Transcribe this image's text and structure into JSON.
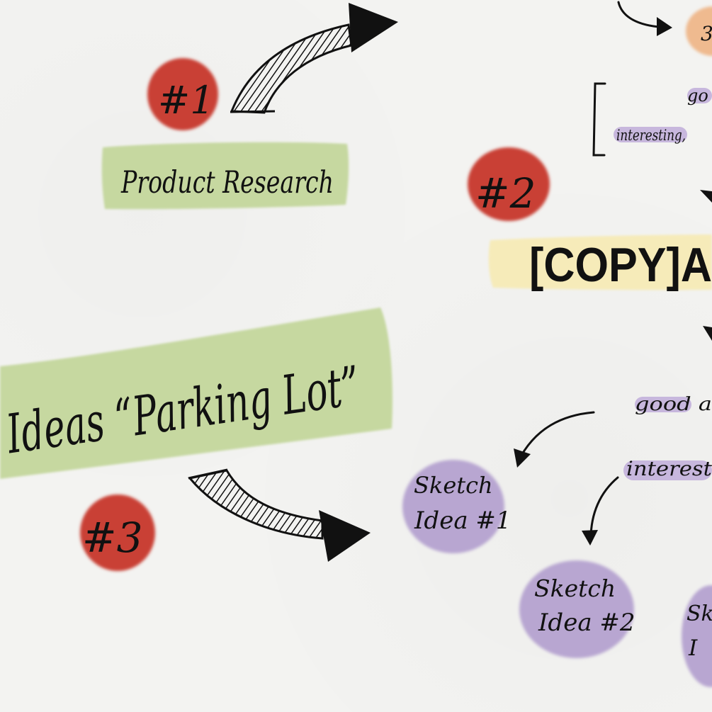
{
  "labels": {
    "badge1": "#1",
    "badge2": "#2",
    "badge3": "#3",
    "badge_top_right_partial": "3",
    "product_research": "Product Research",
    "ideas_parking_lot": "Ideas “Parking Lot”",
    "copy_banner": "[COPY]A",
    "good_top": "go",
    "interesting_top": "interesting,",
    "good_right": "good a",
    "interesting_right": "interest",
    "sketch1_line1": "Sketch",
    "sketch1_line2": "Idea #1",
    "sketch2_line1": "Sketch",
    "sketch2_line2": "Idea #2",
    "sketch3_line1": "Sk",
    "sketch3_line2": "I"
  },
  "colors": {
    "paper": "#f3f3f1",
    "red_badge": "#c94135",
    "green_band": "#c6d8a0",
    "yellow_band": "#f6ebb9",
    "purple_blob": "#b8a6d1",
    "purple_highlight": "#c7b7dd",
    "orange_badge": "#efba8f",
    "ink": "#111111"
  }
}
